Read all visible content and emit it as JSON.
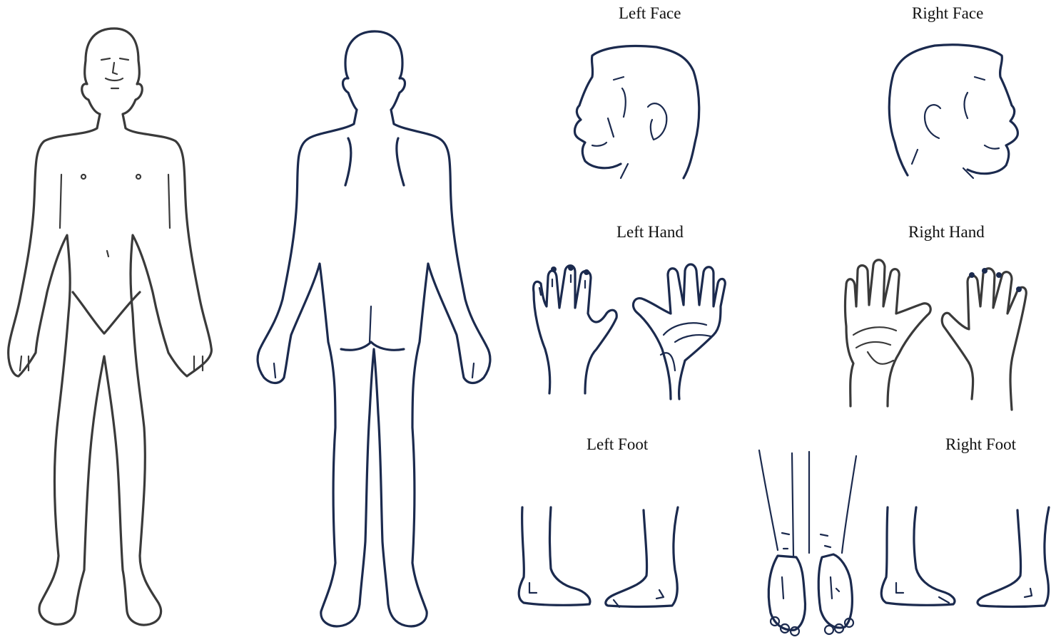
{
  "labels": {
    "left_face": "Left Face",
    "right_face": "Right Face",
    "left_hand": "Left Hand",
    "right_hand": "Right Hand",
    "left_foot": "Left Foot",
    "right_foot": "Right Foot"
  },
  "colors": {
    "front_outline": "#3a3a3a",
    "navy_outline": "#1b2a4e",
    "background": "#ffffff"
  }
}
